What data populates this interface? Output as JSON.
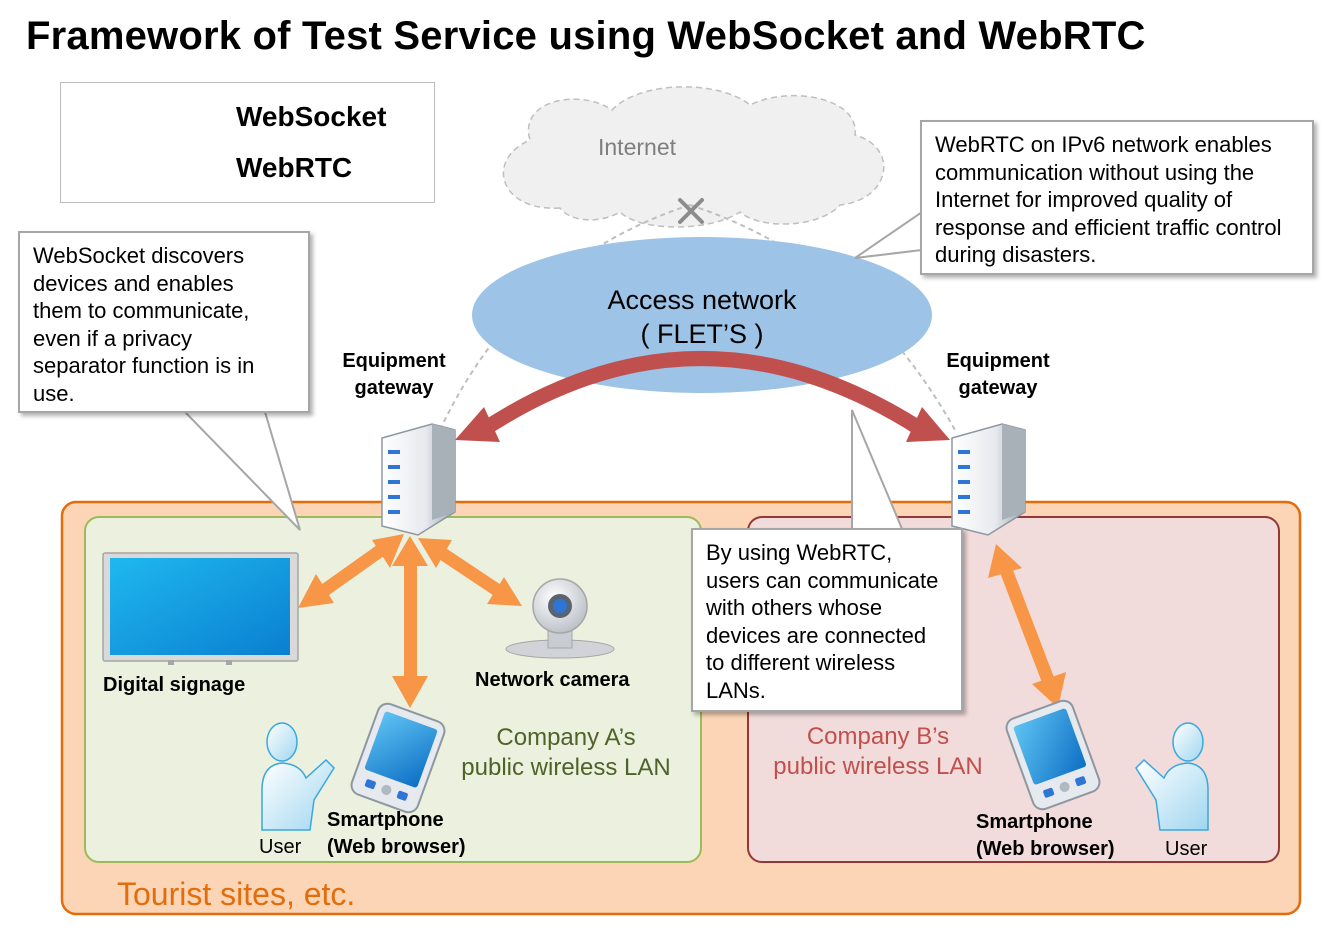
{
  "title": "Framework of Test Service using WebSocket and WebRTC",
  "legend": {
    "websocket": "WebSocket",
    "webrtc": "WebRTC"
  },
  "colors": {
    "websocket_arrow": "#f79646",
    "webrtc_arrow": "#c0504d",
    "tourist_area_fill": "#fbd5b5",
    "tourist_area_border": "#e46c0a",
    "company_a_fill": "#ebf1de",
    "company_a_text": "#4f6228",
    "company_b_fill": "#f2dcdb",
    "company_b_text": "#c0504d",
    "access_network_fill": "#9dc3e6",
    "tourist_text": "#e46c0a"
  },
  "cloud": {
    "label": "Internet"
  },
  "access_network": {
    "line1": "Access network",
    "line2": "( FLET’S )"
  },
  "gateways": {
    "left": {
      "line1": "Equipment",
      "line2": "gateway"
    },
    "right": {
      "line1": "Equipment",
      "line2": "gateway"
    }
  },
  "callouts": {
    "websocket": [
      "WebSocket discovers",
      "devices and enables",
      "them to communicate,",
      "even if a privacy",
      "separator function is in",
      "use."
    ],
    "ipv6": [
      "WebRTC on IPv6 network enables",
      "communication without using the",
      "Internet for improved quality of",
      "response and efficient traffic control",
      "during disasters."
    ],
    "webrtc": [
      "By using WebRTC,",
      "users can communicate",
      "with others whose",
      "devices are connected",
      "to different  wireless",
      "LANs."
    ]
  },
  "devices": {
    "digital_signage": "Digital  signage",
    "network_camera": "Network camera",
    "smartphone_a": {
      "line1": "Smartphone",
      "line2": "(Web browser)"
    },
    "smartphone_b": {
      "line1": "Smartphone",
      "line2": "(Web browser)"
    },
    "user_a": "User",
    "user_b": "User"
  },
  "lans": {
    "company_a": {
      "line1": "Company A’s",
      "line2": "public wireless LAN"
    },
    "company_b": {
      "line1": "Company B’s",
      "line2": "public wireless LAN"
    }
  },
  "tourist_sites": "Tourist sites, etc.",
  "icons": [
    "websocket-arrow-icon",
    "webrtc-arrow-icon",
    "cloud-icon",
    "blocked-x-icon",
    "gateway-icon",
    "monitor-icon",
    "webcam-icon",
    "smartphone-icon",
    "user-silhouette-icon"
  ]
}
